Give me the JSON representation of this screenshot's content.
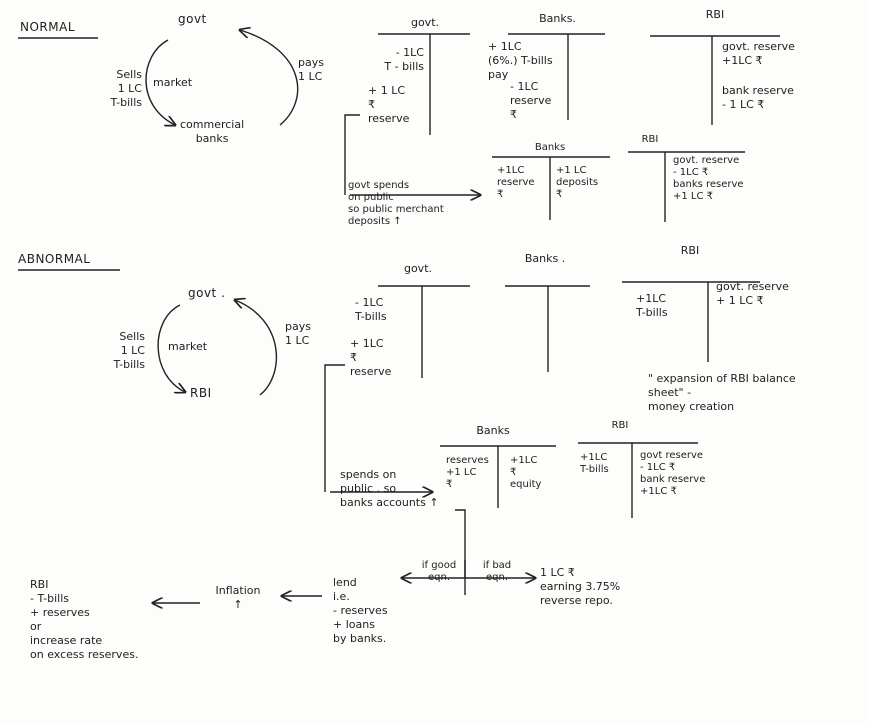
{
  "normal": {
    "heading": "NORMAL",
    "cycle": {
      "top": "govt",
      "middle": "market",
      "bottom": "commercial\nbanks",
      "left_label": "Sells\n1 LC\nT-bills",
      "right_label": "pays\n1 LC"
    },
    "t_govt": {
      "title": "govt.",
      "left": "- 1LC\nT - bills",
      "left2": "+ 1 LC\n₹\nreserve"
    },
    "t_banks": {
      "title": "Banks.",
      "left": "+ 1LC\n(6%.) T-bills\npay",
      "left2": "- 1LC\nreserve\n₹"
    },
    "t_rbi": {
      "title": "RBI",
      "right": "govt. reserve\n+1LC ₹",
      "right2": "bank reserve\n- 1 LC ₹"
    },
    "spend_label": "govt spends\non public\nso public merchant\ndeposits ↑",
    "t_banks2": {
      "title": "Banks",
      "left": "+1LC\nreserve\n₹",
      "right": "+1 LC\ndeposits\n₹"
    },
    "t_rbi2": {
      "title": "RBI",
      "right": "govt. reserve\n- 1LC ₹\nbanks reserve\n+1 LC ₹"
    }
  },
  "abnormal": {
    "heading": "ABNORMAL",
    "cycle": {
      "top": "govt .",
      "middle": "market",
      "bottom": "RBI",
      "left_label": "Sells\n1 LC\nT-bills",
      "right_label": "pays\n1 LC"
    },
    "t_govt": {
      "title": "govt.",
      "left": "- 1LC\nT-bills",
      "left2": "+ 1LC\n₹\nreserve"
    },
    "t_banks": {
      "title": "Banks ."
    },
    "t_rbi": {
      "title": "RBI",
      "left": "+1LC\nT-bills",
      "right": "govt. reserve\n+ 1 LC ₹"
    },
    "expansion_note": "\" expansion of RBI balance\nsheet\" -\nmoney creation",
    "spend_label": "spends on\npublic . so\nbanks accounts ↑",
    "t_banks2": {
      "title": "Banks",
      "left": "reserves\n+1 LC\n₹",
      "right": "+1LC\n₹\nequity"
    },
    "t_rbi2": {
      "title": "RBI",
      "left": "+1LC\nT-bills",
      "right": "govt reserve\n- 1LC ₹\nbank reserve\n+1LC ₹"
    }
  },
  "bottom": {
    "if_good": "if good\neqn.",
    "if_bad": "if bad\neqn.",
    "bad_result": "1 LC ₹\nearning 3.75%\nreverse repo.",
    "lend": "lend\ni.e.\n- reserves\n+ loans\nby banks.",
    "inflation": "Inflation\n↑",
    "rbi_action": "RBI\n- T-bills\n+ reserves\nor\nincrease rate\non excess reserves."
  }
}
